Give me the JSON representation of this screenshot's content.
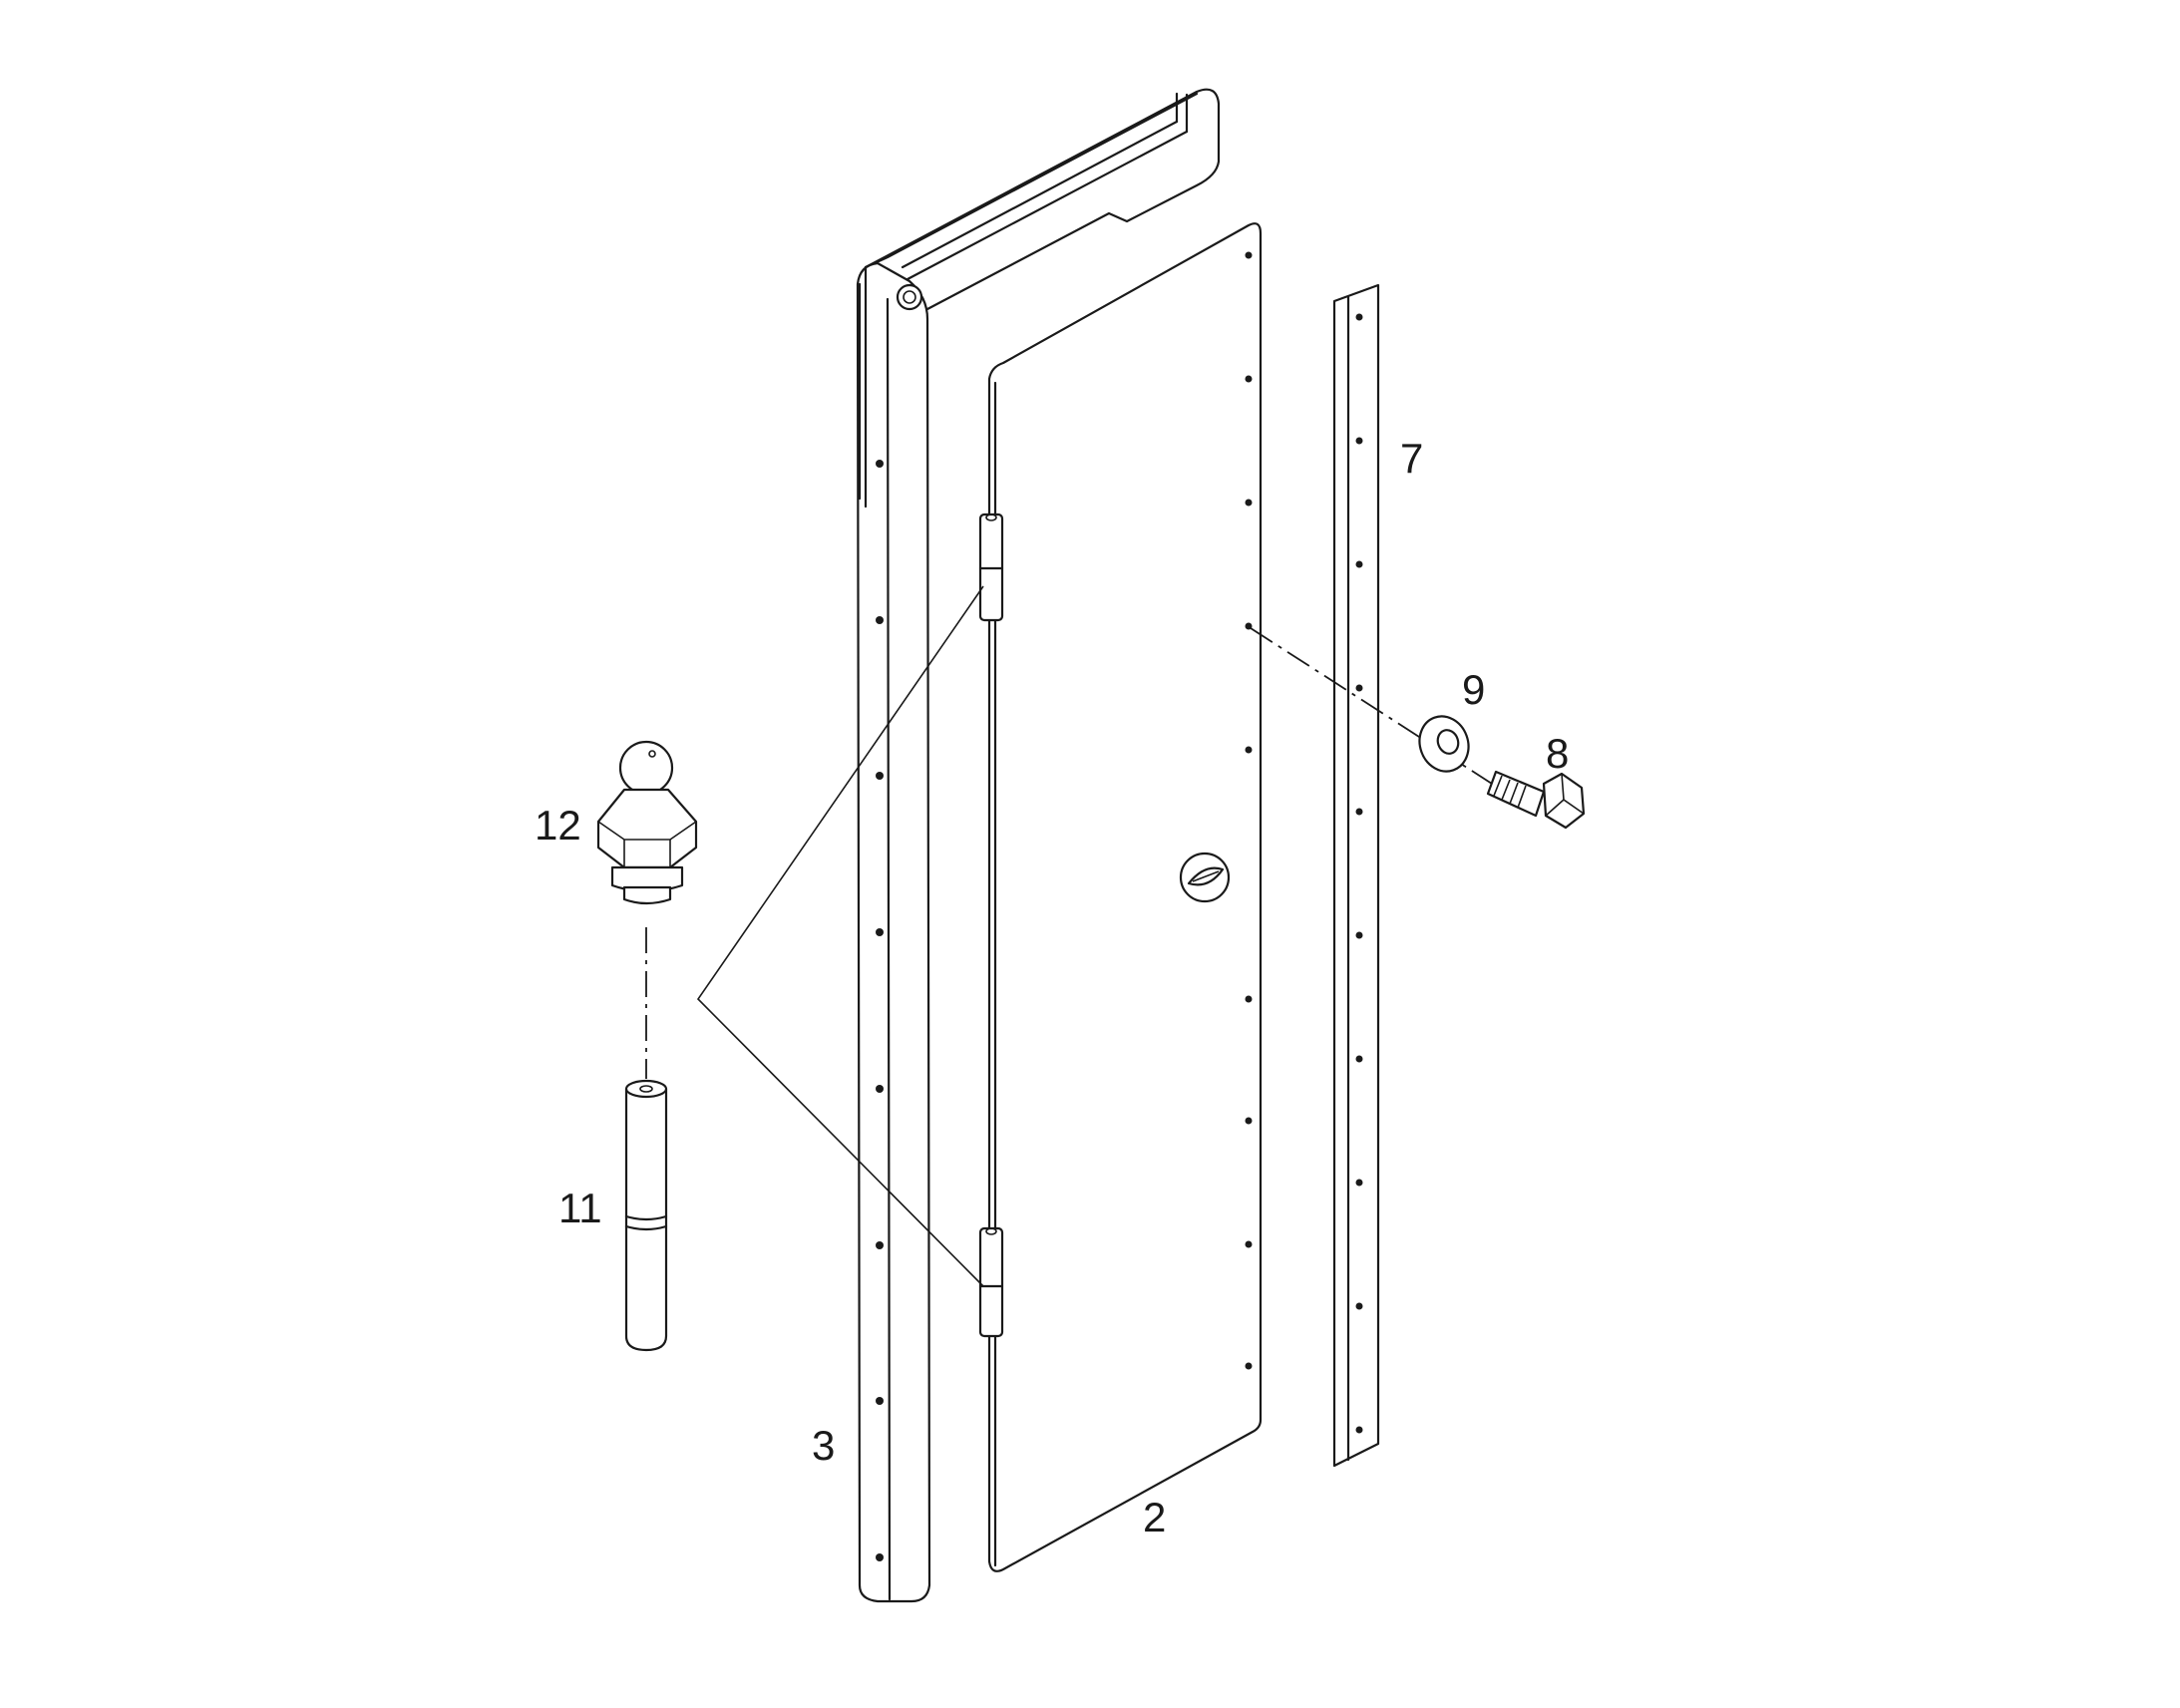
{
  "diagram": {
    "type": "exploded-parts-view",
    "callouts": {
      "door_panel": "2",
      "frame": "3",
      "strip": "7",
      "bolt": "8",
      "washer": "9",
      "hinge_pin": "11",
      "grease_fitting": "12"
    }
  }
}
